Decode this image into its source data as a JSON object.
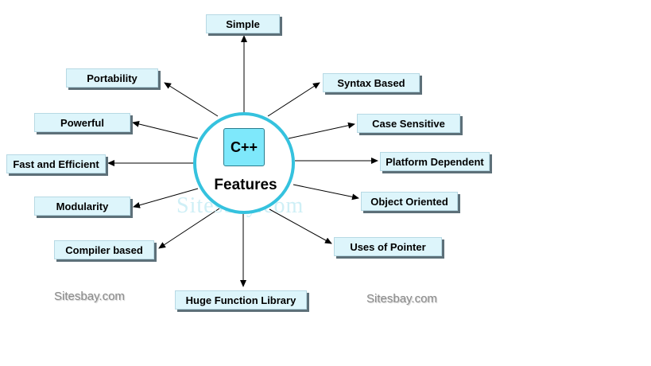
{
  "center": {
    "logo": "C++",
    "title": "Features"
  },
  "features": [
    "Simple",
    "Portability",
    "Syntax Based",
    "Powerful",
    "Case Sensitive",
    "Fast and Efficient",
    "Platform Dependent",
    "Modularity",
    "Object Oriented",
    "Compiler based",
    "Uses of Pointer",
    "Huge Function Library"
  ],
  "watermarks": [
    "Sitesbay.com",
    "Sitesbay.com",
    "Sitesbay.com"
  ],
  "colors": {
    "box_fill": "#ddf5fb",
    "circle_stroke": "#35c2de",
    "logo_fill": "#7ee8fb",
    "arrow": "#000000"
  }
}
